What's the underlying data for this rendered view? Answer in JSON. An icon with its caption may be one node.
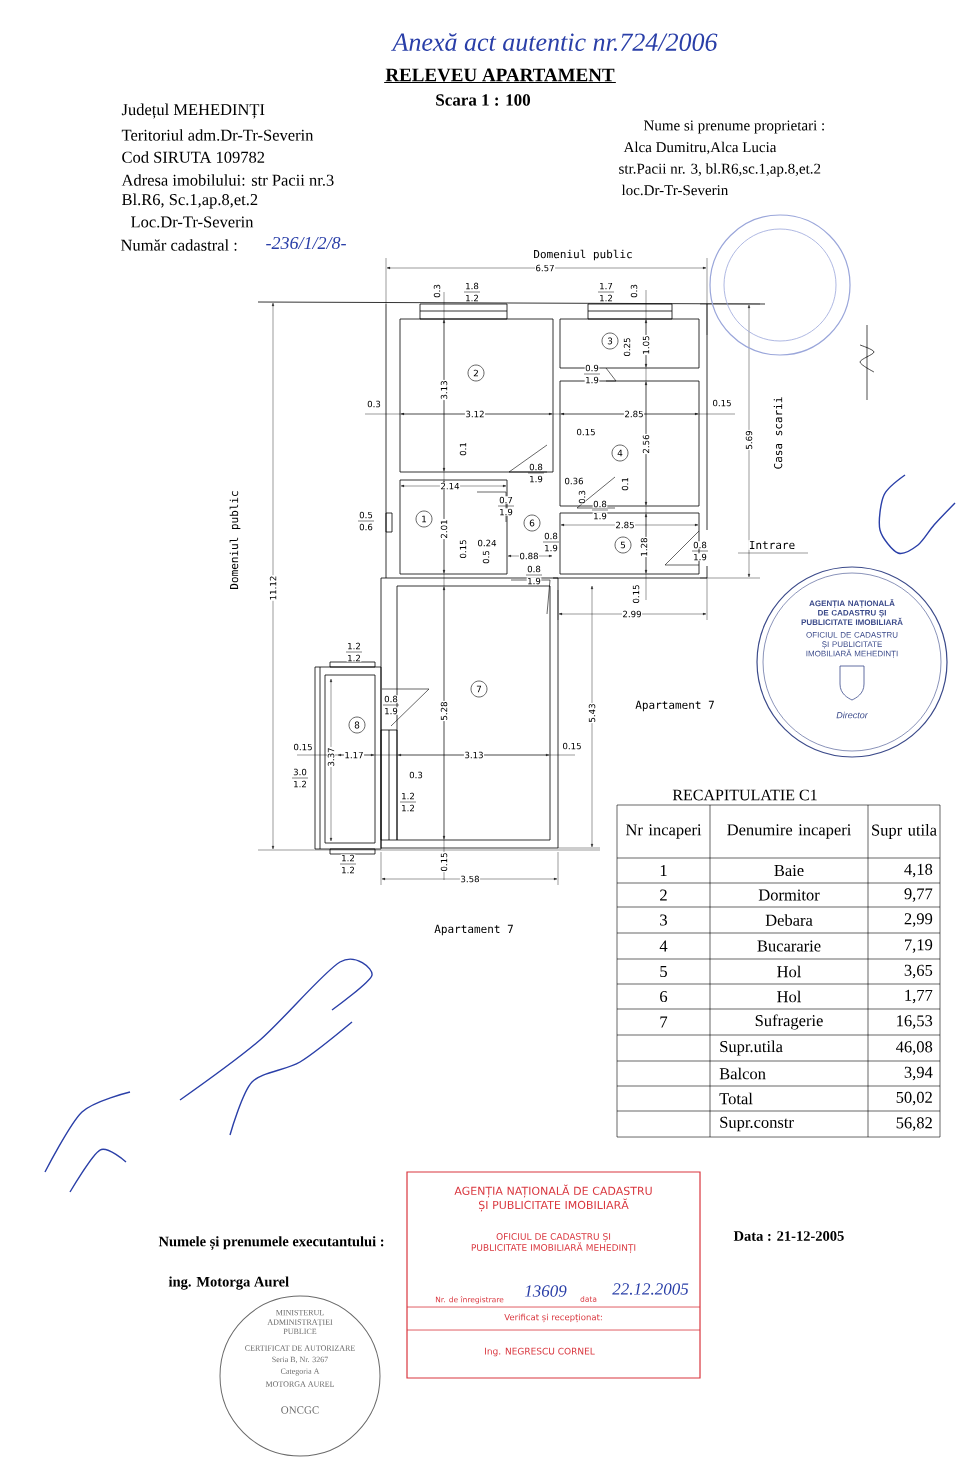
{
  "diagram": {
    "title": "RELEVEU APARTAMENT",
    "nodes": [
      {
        "text": [
          "1"
        ]
      },
      {
        "text": [
          "2"
        ]
      },
      {
        "text": [
          "3"
        ]
      },
      {
        "text": [
          "4"
        ]
      },
      {
        "text": [
          "5"
        ]
      },
      {
        "text": [
          "6"
        ]
      },
      {
        "text": [
          "7"
        ]
      },
      {
        "text": [
          "8"
        ]
      },
      {
        "text": [
          "AGENȚIA NAȚIONALĂ DE CADASTRU ȘI PUBLICITATE IMOBILIARĂ",
          "OFICIUL DE CADASTRU ȘI PUBLICITATE IMOBILIARĂ MEHEDINȚI",
          "Director"
        ]
      },
      {
        "text": [
          "MINISTERUL ADMINISTRAȚIEI PUBLICE",
          "CERTIFICAT DE AUTORIZARE",
          "Seria B, Nr. 3267",
          "Categoria A",
          "MOTORGA AUREL",
          "ONCGC"
        ]
      },
      {
        "text": [
          "AGENȚIA NAȚIONALĂ DE CADASTRU ȘI PUBLICITATE IMOBILIARĂ",
          "OFICIUL DE CADASTRU ȘI PUBLICITATE IMOBILIARĂ MEHEDINȚI",
          "Nr. de înregistrare",
          "13609",
          "data",
          "22.12.2005",
          "Verificat și recepționat:",
          "Ing. NEGRESCU CORNEL"
        ]
      }
    ],
    "labels": [
      "Anexă act autentic nr.724/2006",
      "Scara 1 : 100",
      "Județul MEHEDINȚI",
      "Teritoriul adm.Dr-Tr-Severin",
      "Cod SIRUTA 109782",
      "Adresa imobilului: str Pacii nr.3",
      "Bl.R6, Sc.1,ap.8,et.2",
      "Loc.Dr-Tr-Severin",
      "Număr cadastral :",
      "-236/1/2/8-",
      "Nume si prenume proprietari :",
      "Alca Dumitru,Alca Lucia",
      "str.Pacii nr. 3, bl.R6,sc.1,ap.8,et.2",
      "loc.Dr-Tr-Severin",
      "Domeniul public",
      "6.57",
      "0.3",
      "1.8",
      "1.2",
      "1.7",
      "1.2",
      "0.3",
      "0.25",
      "1.05",
      "0.9",
      "1.9",
      "0.3",
      "3.13",
      "3.12",
      "2.85",
      "0.15",
      "0.15",
      "0.1",
      "2.56",
      "0.8",
      "1.9",
      "Domeniul public",
      "11.12",
      "5.69",
      "Casa scarii",
      "0.36",
      "2.14",
      "0.1",
      "0.3",
      "0.5",
      "0.6",
      "0.7",
      "1.9",
      "0.8",
      "1.9",
      "2.01",
      "2.85",
      "0.24",
      "Intrare",
      "0.8",
      "1.9",
      "1.28",
      "0.8",
      "1.9",
      "0.15",
      "0.5",
      "0.88",
      "0.8",
      "1.9",
      "0.15",
      "2.99",
      "1.2",
      "1.2",
      "0.8",
      "1.9",
      "Apartament 7",
      "5.28",
      "5.43",
      "0.15",
      "0.15",
      "3.37",
      "1.17",
      "3.13",
      "3.0",
      "1.2",
      "0.3",
      "1.2",
      "1.2",
      "1.2",
      "1.2",
      "0.15",
      "3.58",
      "Apartament 7",
      "RECAPITULATIE C1",
      "Nr incaperi",
      "Denumire incaperi",
      "Supr utila",
      "1",
      "Baie",
      "4,18",
      "2",
      "Dormitor",
      "9,77",
      "3",
      "Debara",
      "2,99",
      "4",
      "Bucararie",
      "7,19",
      "5",
      "Hol",
      "3,65",
      "6",
      "Hol",
      "1,77",
      "7",
      "Sufragerie",
      "16,53",
      "Supr.utila",
      "46,08",
      "Balcon",
      "3,94",
      "Total",
      "50,02",
      "Supr.constr",
      "56,82",
      "Numele și prenumele executantului :",
      "ing. Motorga Aurel",
      "Data : 21-12-2005"
    ]
  }
}
